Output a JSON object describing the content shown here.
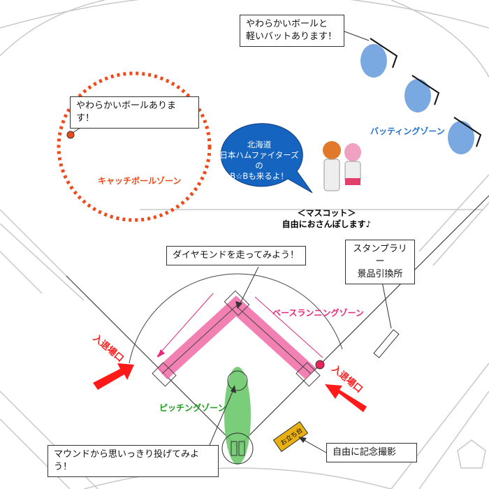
{
  "callouts": {
    "soft_ball": "やわらかいボールあります！",
    "bat_line1": "やわらかいボールと",
    "bat_line2": "軽いバットあります！",
    "diamond": "ダイヤモンドを走ってみよう！",
    "stamp_line1": "スタンプラリー",
    "stamp_line2": "景品引換所",
    "mound": "マウンドから思いっきり投げてみよう！",
    "photo": "自由に記念撮影"
  },
  "zones": {
    "catch": "キャッチボールゾーン",
    "batting": "バッティングゾーン",
    "base_running": "ベースランニングゾーン",
    "pitching": "ピッチングゾーン"
  },
  "mascot": {
    "bubble_line1": "北海道",
    "bubble_line2": "日本ハムファイターズの",
    "bubble_line3": "B☆Bも来るよ！",
    "label_line1": "＜マスコット＞",
    "label_line2": "自由におさんぽします♪"
  },
  "entrances": {
    "left": "入退場口",
    "right": "入退場口"
  },
  "podium": "お立ち台",
  "colors": {
    "catch": "#f04a1a",
    "batting": "#1f6fd0",
    "base_running": "#e8267a",
    "pitching": "#1e9a1e",
    "entrance": "#ff1a1a",
    "bubble": "#1565c0"
  }
}
